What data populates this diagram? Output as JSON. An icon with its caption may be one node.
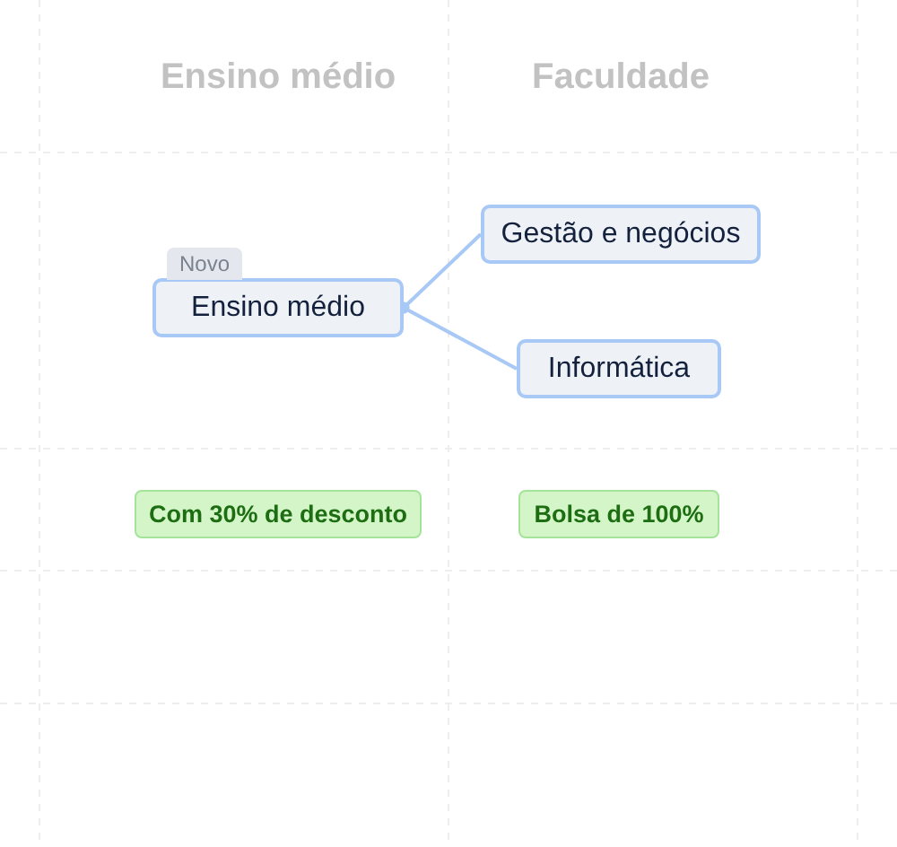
{
  "diagram": {
    "nodes": [
      {
        "text": [
          "Ensino médio"
        ],
        "beside": [
          "Novo"
        ]
      },
      {
        "text": [
          "Gestão e negócios"
        ]
      },
      {
        "text": [
          "Informática"
        ]
      },
      {
        "text": [
          "Com 30% de desconto"
        ]
      },
      {
        "text": [
          "Bolsa de 100%"
        ]
      }
    ],
    "edges": [
      {
        "from": 0,
        "to": 1,
        "arrow": "other"
      },
      {
        "from": 0,
        "to": 2,
        "arrow": "other"
      }
    ],
    "labels": [
      "Ensino médio",
      "Faculdade"
    ]
  }
}
